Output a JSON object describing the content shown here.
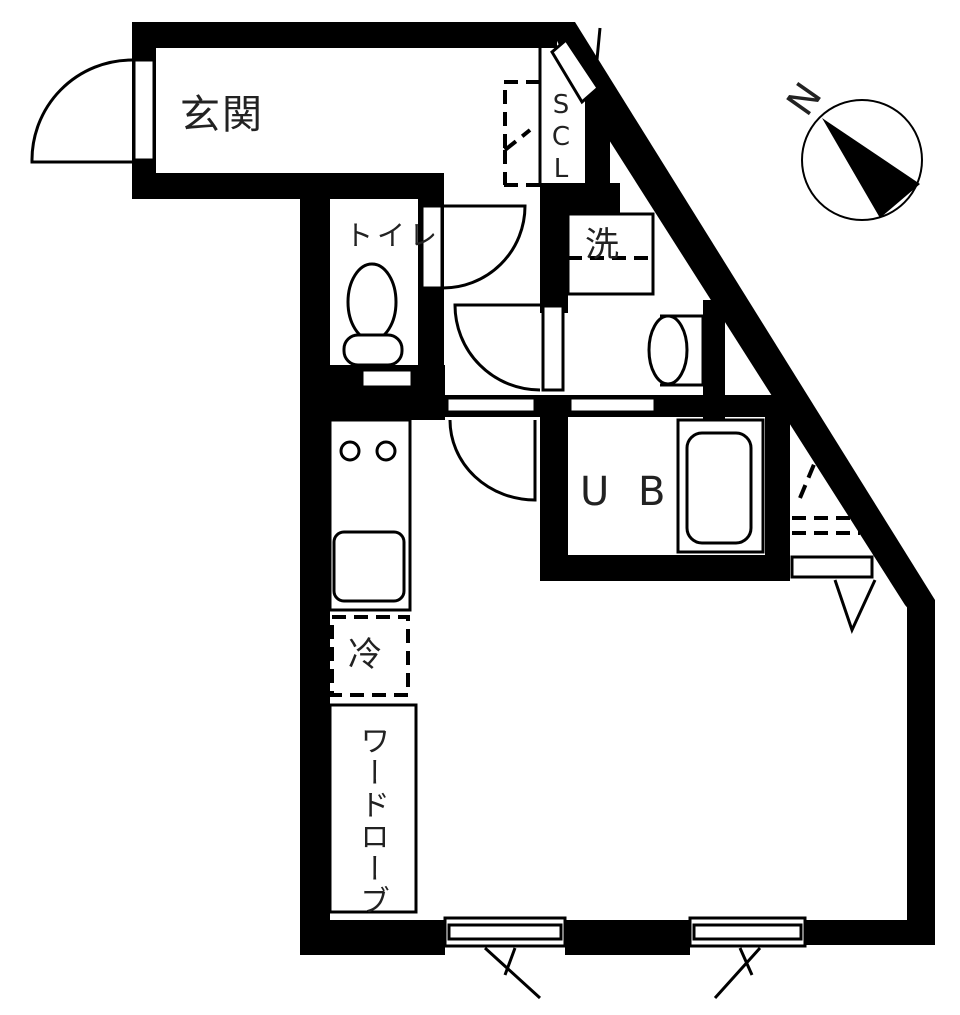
{
  "floorplan": {
    "rooms": {
      "entrance": "玄関",
      "shoe_closet": "SCL",
      "toilet": "トイレ",
      "washer": "洗",
      "unit_bath": "U B",
      "fridge": "冷",
      "wardrobe": "ワードローブ"
    },
    "compass": {
      "label": "N"
    },
    "colors": {
      "wall": "#000000",
      "line": "#111111",
      "background": "#ffffff"
    }
  }
}
